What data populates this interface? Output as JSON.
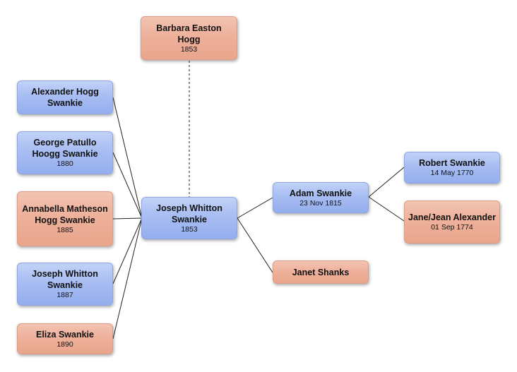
{
  "people": {
    "barbara": {
      "name": "Barbara Easton Hogg",
      "date": "1853",
      "sex": "female"
    },
    "alexander": {
      "name": "Alexander Hogg Swankie",
      "date": "",
      "sex": "male"
    },
    "george": {
      "name": "George Patullo Hoogg Swankie",
      "date": "1880",
      "sex": "male"
    },
    "annabella": {
      "name": "Annabella Matheson Hogg Swankie",
      "date": "1885",
      "sex": "female"
    },
    "joseph_jr": {
      "name": "Joseph Whitton Swankie",
      "date": "1887",
      "sex": "male"
    },
    "eliza": {
      "name": "Eliza Swankie",
      "date": "1890",
      "sex": "female"
    },
    "joseph": {
      "name": "Joseph Whitton Swankie",
      "date": "1853",
      "sex": "male"
    },
    "adam": {
      "name": "Adam Swankie",
      "date": "23 Nov 1815",
      "sex": "male"
    },
    "janet": {
      "name": "Janet Shanks",
      "date": "",
      "sex": "female"
    },
    "robert": {
      "name": "Robert Swankie",
      "date": "14 May 1770",
      "sex": "male"
    },
    "jane": {
      "name": "Jane/Jean Alexander",
      "date": "01 Sep 1774",
      "sex": "female"
    }
  }
}
